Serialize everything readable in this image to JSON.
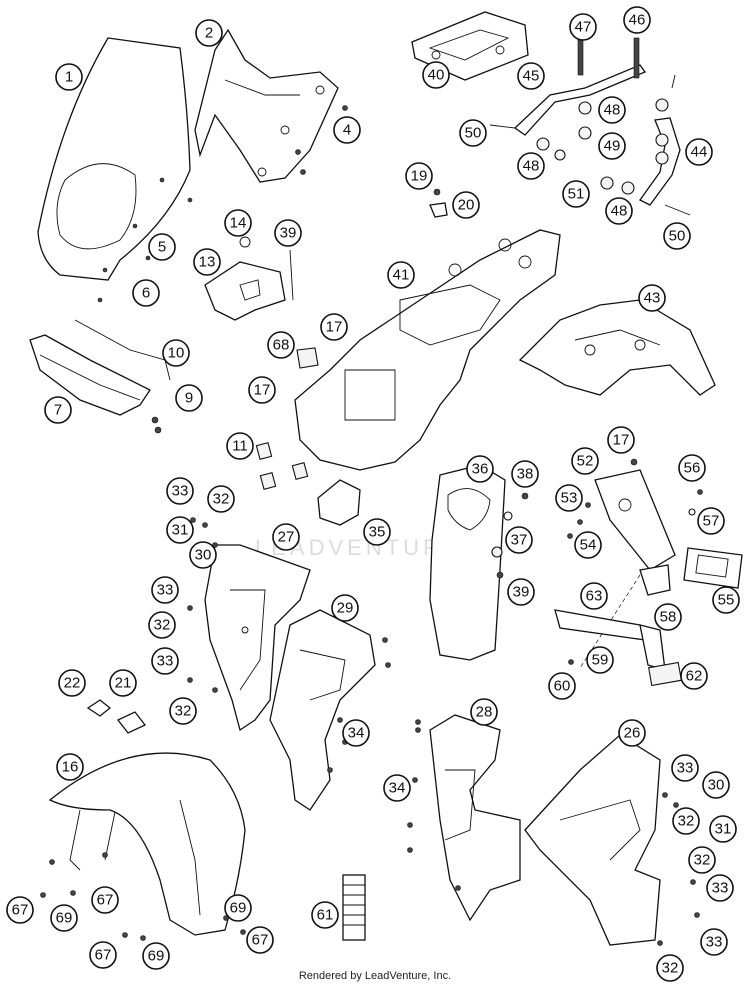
{
  "footer": "Rendered by LeadVenture, Inc.",
  "watermark": "LEADVENTURE",
  "callouts": [
    "1",
    "2",
    "4",
    "5",
    "6",
    "7",
    "9",
    "10",
    "11",
    "13",
    "14",
    "16",
    "17",
    "19",
    "20",
    "21",
    "22",
    "26",
    "27",
    "28",
    "29",
    "30",
    "31",
    "32",
    "33",
    "34",
    "35",
    "36",
    "37",
    "38",
    "39",
    "40",
    "41",
    "43",
    "44",
    "45",
    "46",
    "47",
    "48",
    "49",
    "50",
    "51",
    "52",
    "53",
    "54",
    "55",
    "56",
    "57",
    "58",
    "59",
    "60",
    "61",
    "62",
    "63",
    "67",
    "68",
    "69"
  ]
}
